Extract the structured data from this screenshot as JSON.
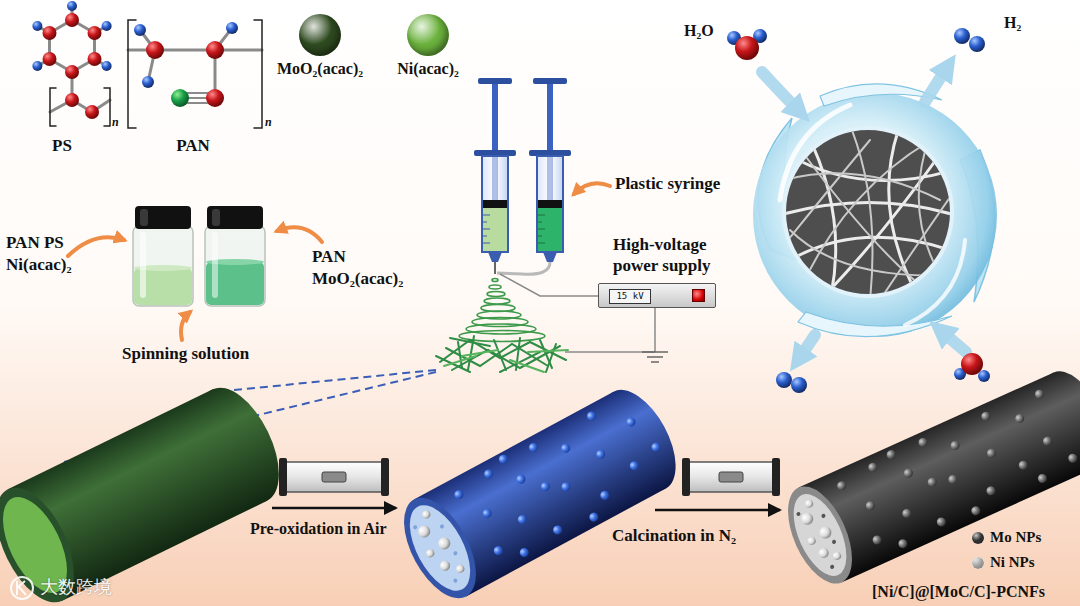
{
  "diagram": {
    "nodes": [
      {
        "text": [
          "High-voltage power supply",
          "15 kV"
        ]
      }
    ],
    "labels": [
      "n",
      "n",
      "PS",
      "PAN",
      "H₂O",
      "H₂",
      "Plastic syringe",
      "PAN PS Ni(acac)₂",
      "PAN MoO₂(acac)₂",
      "Spinning solution",
      "Pre-oxidation in Air",
      "Calcination in N₂",
      "[Ni/C]@[MoC/C]-PCNFs",
      "大数跨境"
    ],
    "legend": [
      {
        "text": "MoO₂(acac)₂",
        "color": "#2e4a1f"
      },
      {
        "text": "Ni(acac)₂",
        "color": "#6bb23d"
      },
      {
        "text": "Mo NPs",
        "color": "#4a4a4a"
      },
      {
        "text": "Ni NPs",
        "color": "#f0f0f0"
      }
    ]
  }
}
